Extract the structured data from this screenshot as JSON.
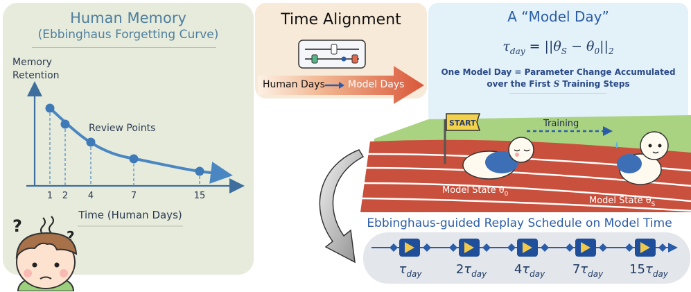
{
  "human_memory": {
    "title": "Human Memory",
    "subtitle": "(Ebbinghaus Forgetting Curve)",
    "y_label_line1": "Memory",
    "y_label_line2": "Retention",
    "x_label": "Time (Human Days)",
    "annotation": "Review Points",
    "ticks": [
      "1",
      "2",
      "4",
      "7",
      "15"
    ]
  },
  "chart_data": {
    "type": "line",
    "title": "Human Memory (Ebbinghaus Forgetting Curve)",
    "xlabel": "Time (Human Days)",
    "ylabel": "Memory Retention",
    "review_points_x": [
      1,
      2,
      4,
      7,
      15
    ]
  },
  "time_alignment": {
    "title": "Time Alignment",
    "from_label": "Human Days",
    "to_label": "Model Days"
  },
  "model_day": {
    "title": "A “Model Day”",
    "formula_lhs": "τ",
    "formula_lhs_sub": "day",
    "formula_rhs": "= ||θ",
    "formula_rhs_sub1": "S",
    "formula_rhs_mid": " − θ",
    "formula_rhs_sub2": "0",
    "formula_rhs_end": "||",
    "formula_rhs_sub3": "2",
    "desc_line1": "One Model Day = Parameter Change Accumulated",
    "desc_line2_pre": "over the First ",
    "desc_line2_var": "S",
    "desc_line2_post": " Training Steps",
    "start_flag": "START",
    "training_label": "Training",
    "state0_label": "Model State θ",
    "state0_sub": "0",
    "stateS_label": "Model State θ",
    "stateS_sub": "S"
  },
  "replay": {
    "title": "Ebbinghaus-guided Replay Schedule on Model Time",
    "points": [
      {
        "coef": "",
        "sym": "τ",
        "sub": "day"
      },
      {
        "coef": "2",
        "sym": "τ",
        "sub": "day"
      },
      {
        "coef": "4",
        "sym": "τ",
        "sub": "day"
      },
      {
        "coef": "7",
        "sym": "τ",
        "sub": "day"
      },
      {
        "coef": "15",
        "sym": "τ",
        "sub": "day"
      }
    ]
  },
  "colors": {
    "accent_blue": "#2a5ca8",
    "curve_blue": "#4a86c2",
    "arrow_orange": "#e2704c",
    "panel_green": "#e6ebdb",
    "track_red": "#c24a3a"
  }
}
